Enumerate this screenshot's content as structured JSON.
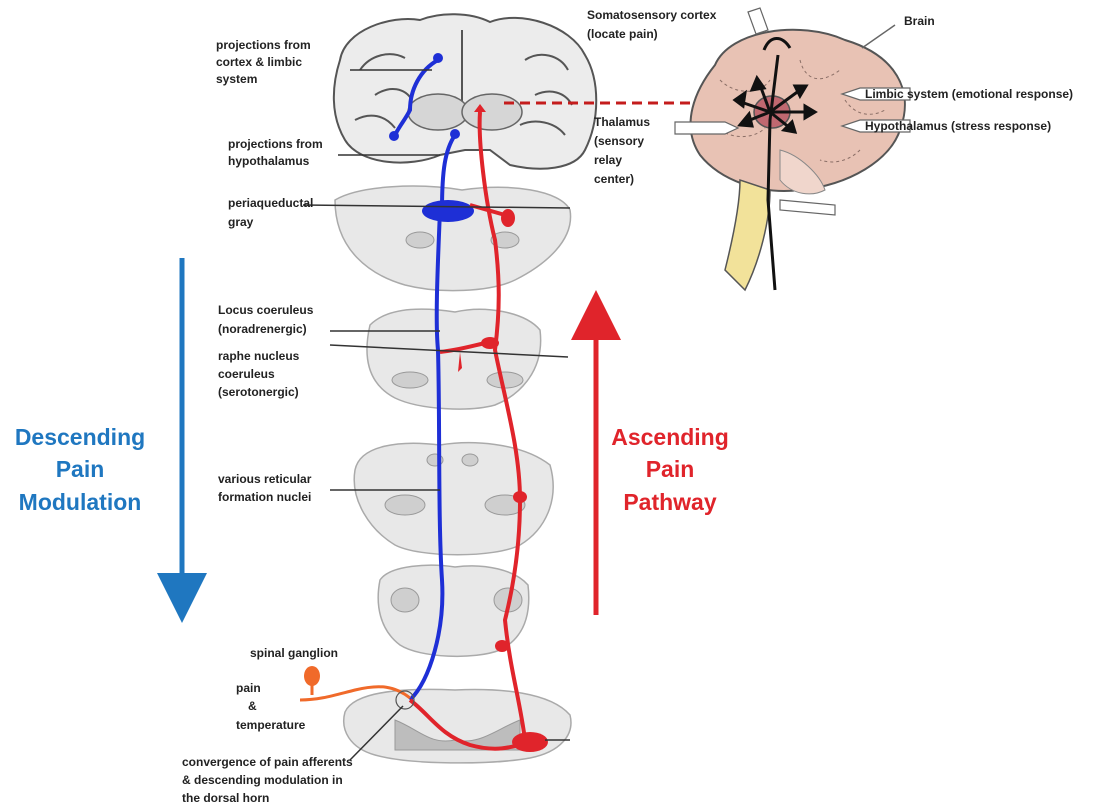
{
  "labels": {
    "projections_cortex": [
      "projections from",
      "cortex & limbic",
      "system"
    ],
    "projections_hypothalamus": [
      "projections from",
      "hypothalamus"
    ],
    "periaqueductal": [
      "periaqueductal",
      "gray"
    ],
    "locus": [
      "Locus coeruleus",
      "(noradrenergic)"
    ],
    "raphe": [
      "raphe nucleus",
      "coeruleus",
      "(serotonergic)"
    ],
    "reticular": [
      "various reticular",
      "formation nuclei"
    ],
    "spinal_ganglion": "spinal ganglion",
    "pain_temp": [
      "pain",
      "&",
      "temperature"
    ],
    "convergence": [
      "convergence of pain afferents",
      "& descending modulation in",
      "the dorsal horn"
    ],
    "somatosensory": [
      "Somatosensory cortex",
      "(locate pain)"
    ],
    "brain": "Brain",
    "thalamus": [
      "Thalamus",
      "(sensory",
      "relay",
      "center)"
    ],
    "limbic": "Limbic system (emotional response)",
    "hypothalamus": "Hypothalamus (stress response)",
    "descending": [
      "Descending",
      "Pain",
      "Modulation"
    ],
    "ascending": [
      "Ascending",
      "Pain",
      "Pathway"
    ]
  },
  "colors": {
    "descending": "#1f77c0",
    "ascending": "#e0242b",
    "blue_path": "#1e2fd6",
    "red_path": "#e0242b",
    "afferent": "#f06a2a",
    "tissue": "#e8e8e8",
    "brain_pink": "#e8c2b4",
    "brainstem_yellow": "#f2e29a"
  }
}
